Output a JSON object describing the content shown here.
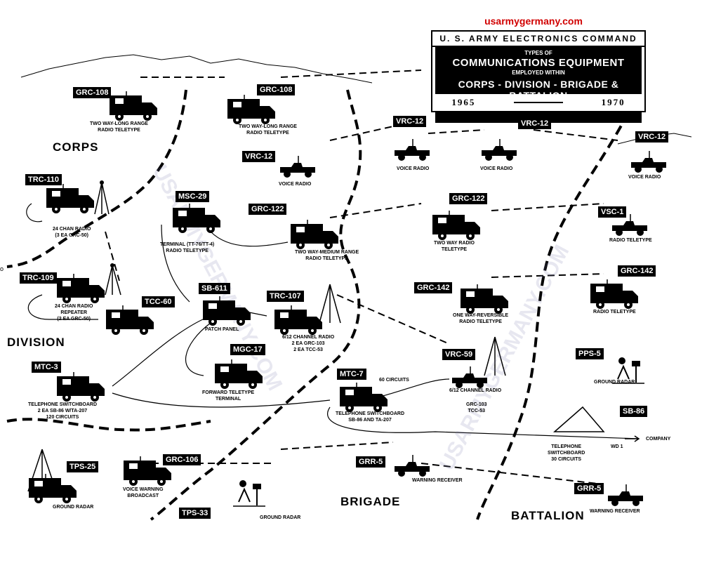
{
  "source_label": "usarmygermany.com",
  "title": {
    "org": "U. S. ARMY ELECTRONICS COMMAND",
    "types_of": "TYPES OF",
    "main": "COMMUNICATIONS EQUIPMENT",
    "employed": "EMPLOYED WITHIN",
    "levels": "CORPS - DIVISION - BRIGADE & BATTALION",
    "year_start": "1965",
    "year_end": "1970"
  },
  "zones": {
    "corps": "CORPS",
    "division": "DIVISION",
    "brigade": "BRIGADE",
    "battalion": "BATTALION"
  },
  "watermark": "USARMYGERMANY.COM",
  "edge_mark": "o",
  "equipment": [
    {
      "id": "grc108a",
      "label": "GRC-108",
      "caption": "TWO WAY-LONG RANGE\nRADIO TELETYPE"
    },
    {
      "id": "grc108b",
      "label": "GRC-108",
      "caption": "TWO WAY-LONG RANGE\nRADIO TELETYPE"
    },
    {
      "id": "vrc12a",
      "label": "VRC-12",
      "caption": "VOICE RADIO"
    },
    {
      "id": "vrc12b",
      "label": "VRC-12",
      "caption": "VOICE RADIO"
    },
    {
      "id": "vrc12c",
      "label": "VRC-12",
      "caption": "VOICE RADIO"
    },
    {
      "id": "vrc12d",
      "label": "VRC-12",
      "caption": "VOICE RADIO"
    },
    {
      "id": "trc110",
      "label": "TRC-110",
      "caption": "24 CHAN RADIO\n(3 EA GRC-50)"
    },
    {
      "id": "msc29",
      "label": "MSC-29",
      "caption": "TERMINAL (TT-76/TT-4)\nRADIO TELETYPE"
    },
    {
      "id": "grc122a",
      "label": "GRC-122",
      "caption": "TWO WAY-MEDIUM RANGE\nRADIO TELETYPE"
    },
    {
      "id": "grc122b",
      "label": "GRC-122",
      "caption": "TWO WAY RADIO\nTELETYPE"
    },
    {
      "id": "vsc1",
      "label": "VSC-1",
      "caption": "RADIO TELETYPE"
    },
    {
      "id": "trc109",
      "label": "TRC-109",
      "caption": "24 CHAN RADIO\nREPEATER\n(2 EA GRC-50)"
    },
    {
      "id": "tcc60",
      "label": "TCC-60",
      "caption": ""
    },
    {
      "id": "sb611",
      "label": "SB-611",
      "caption": "PATCH PANEL"
    },
    {
      "id": "trc107",
      "label": "TRC-107",
      "caption": "6/12 CHANNEL RADIO\n2 EA GRC-103\n2 EA TCC-53"
    },
    {
      "id": "grc142a",
      "label": "GRC-142",
      "caption": "ONE WAY-REVERSIBLE\nRADIO TELETYPE"
    },
    {
      "id": "grc142b",
      "label": "GRC-142",
      "caption": "RADIO TELETYPE"
    },
    {
      "id": "mtc3",
      "label": "MTC-3",
      "caption": "TELEPHONE SWITCHBOARD\n2 EA SB-86 W/TA-207\n120 CIRCUITS"
    },
    {
      "id": "mgc17",
      "label": "MGC-17",
      "caption": "FORWARD TELETYPE\nTERMINAL"
    },
    {
      "id": "mtc7",
      "label": "MTC-7",
      "caption": "TELEPHONE SWITCHBOARD\nSB-86 AND TA-207"
    },
    {
      "id": "vrc59",
      "label": "VRC-59",
      "caption": "6/12 CHANNEL RADIO"
    },
    {
      "id": "pps5",
      "label": "PPS-5",
      "caption": "GROUND RADAR"
    },
    {
      "id": "sb86",
      "label": "SB-86",
      "caption": "TELEPHONE\nSWITCHBOARD\n30 CIRCUITS"
    },
    {
      "id": "tps25",
      "label": "TPS-25",
      "caption": "GROUND RADAR"
    },
    {
      "id": "grc106",
      "label": "GRC-106",
      "caption": "VOICE WARNING\nBROADCAST"
    },
    {
      "id": "tps33",
      "label": "TPS-33",
      "caption": "GROUND RADAR"
    },
    {
      "id": "grr5a",
      "label": "GRR-5",
      "caption": "WARNING RECEIVER"
    },
    {
      "id": "grr5b",
      "label": "GRR-5",
      "caption": "WARNING RECEIVER"
    }
  ],
  "annotations": {
    "mtc7_circuits": "60 CIRCUITS",
    "vrc59_sub": "GRC-103\nTCC-53",
    "wd1": "WD 1",
    "company": "COMPANY"
  }
}
